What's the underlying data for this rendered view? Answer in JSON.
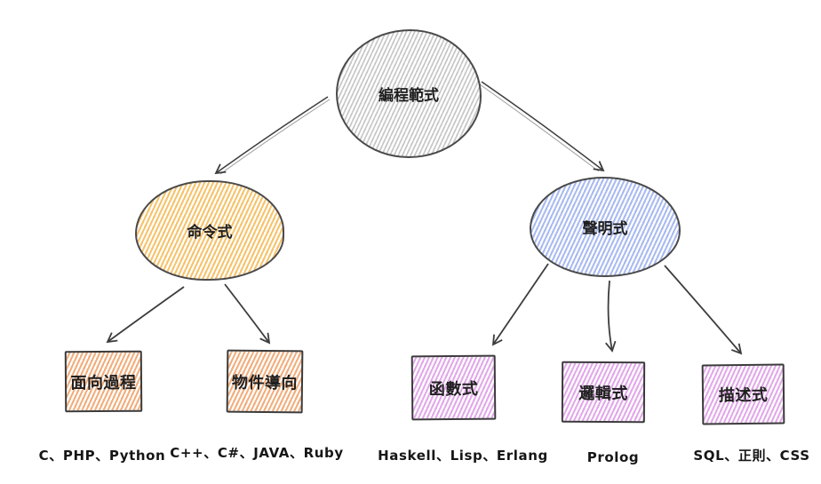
{
  "diagram": {
    "type": "tree",
    "nodes": {
      "root": {
        "label": "編程範式",
        "shape": "circle",
        "fill": "#c7c7c7"
      },
      "imperative": {
        "label": "命令式",
        "shape": "ellipse",
        "fill": "#f6c36d"
      },
      "declarative": {
        "label": "聲明式",
        "shape": "ellipse",
        "fill": "#aabbf0"
      },
      "procedural": {
        "label": "面向過程",
        "shape": "rect",
        "fill": "#f2ae7d",
        "languages": "C、PHP、Python"
      },
      "object_oriented": {
        "label": "物件導向",
        "shape": "rect",
        "fill": "#f2ae7d",
        "languages": "C++、C#、JAVA、Ruby"
      },
      "functional": {
        "label": "函數式",
        "shape": "rect",
        "fill": "#e2a9ea",
        "languages": "Haskell、Lisp、Erlang"
      },
      "logic": {
        "label": "邏輯式",
        "shape": "rect",
        "fill": "#e2a9ea",
        "languages": "Prolog"
      },
      "descriptive": {
        "label": "描述式",
        "shape": "rect",
        "fill": "#e2a9ea",
        "languages": "SQL、正則、CSS"
      }
    },
    "edges": [
      {
        "from": "root",
        "to": "imperative"
      },
      {
        "from": "root",
        "to": "declarative"
      },
      {
        "from": "imperative",
        "to": "procedural"
      },
      {
        "from": "imperative",
        "to": "object_oriented"
      },
      {
        "from": "declarative",
        "to": "functional"
      },
      {
        "from": "declarative",
        "to": "logic"
      },
      {
        "from": "declarative",
        "to": "descriptive"
      }
    ],
    "colors": {
      "background": "#ffffff",
      "outline": "#4a4a4a",
      "box_outline": "#3b3b3b",
      "arrow": "#3d3d3d",
      "text": "#1f1f1f"
    }
  }
}
